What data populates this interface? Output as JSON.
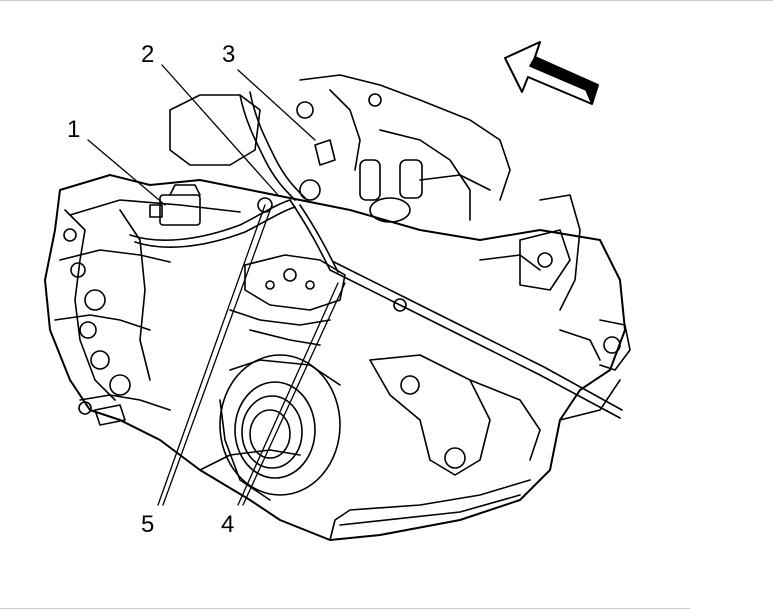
{
  "callouts": {
    "c1": "1",
    "c2": "2",
    "c3": "3",
    "c4": "4",
    "c5": "5"
  },
  "colors": {
    "line": "#000000",
    "background": "#ffffff",
    "frame": "#c8c8c8"
  },
  "icons": {
    "direction_arrow": "front-direction-arrow-icon"
  }
}
